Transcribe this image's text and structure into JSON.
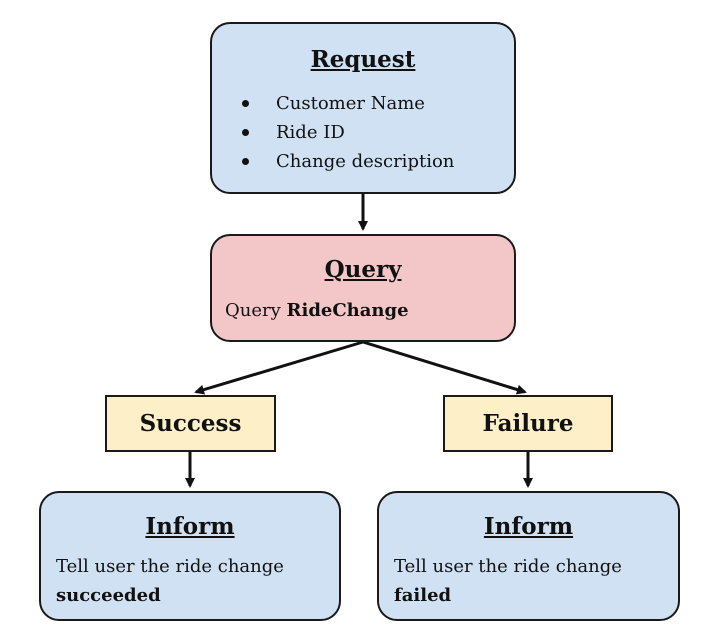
{
  "request": {
    "title": "Request",
    "items": [
      "Customer Name",
      "Ride ID",
      "Change description"
    ]
  },
  "query": {
    "title": "Query",
    "prefix": "Query",
    "name": "RideChange"
  },
  "success": {
    "label": "Success"
  },
  "failure": {
    "label": "Failure"
  },
  "inform_success": {
    "title": "Inform",
    "line1": "Tell user the ride change",
    "outcome": "succeeded"
  },
  "inform_failure": {
    "title": "Inform",
    "line1": "Tell user the ride change",
    "outcome": "failed"
  },
  "colors": {
    "request_fill": "#cfe1f2",
    "query_fill": "#f3c7c8",
    "branch_fill": "#fdf0c8",
    "inform_fill": "#cfe1f2",
    "stroke": "#1a1a1a"
  }
}
